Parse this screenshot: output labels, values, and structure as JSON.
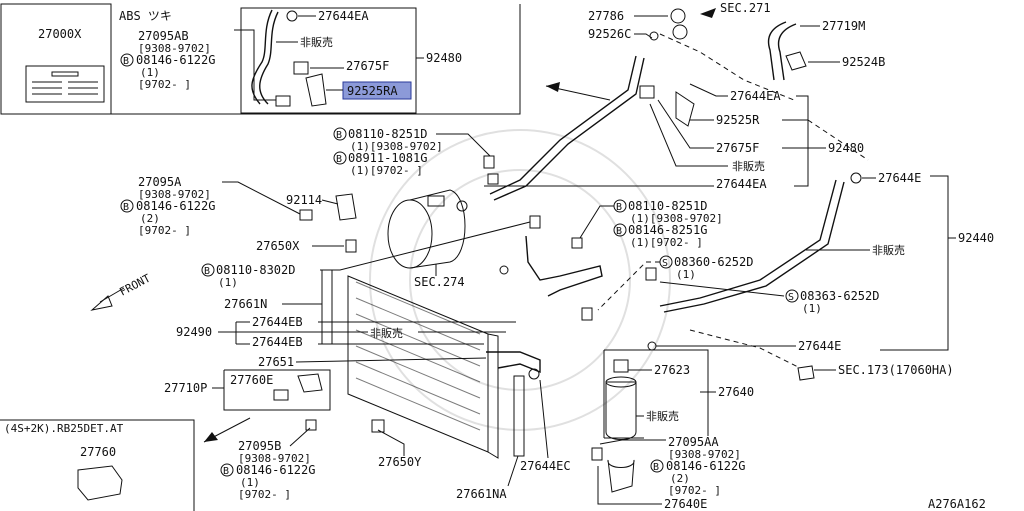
{
  "diagram_id": "A276A162",
  "boxes": {
    "key_label": "27000X",
    "abs_title": "ABS ツキ",
    "variant_note": "(4S+2K).RB25DET.AT",
    "variant_part": "27760"
  },
  "labels": {
    "p27095AB": "27095AB",
    "p27095AB_range": "[9308-9702]",
    "p08146_6122G_a": "08146-6122G",
    "qty1_a": "(1)",
    "range_9702_a": "[9702-     ]",
    "p27644EA_top": "27644EA",
    "not_sold_top": "非販売",
    "p27675F_top": "27675F",
    "p92480_top": "92480",
    "p92525RA": "92525RA",
    "p27786": "27786",
    "sec271": "SEC.271",
    "p27719M": "27719M",
    "p92526C": "92526C",
    "p92524B": "92524B",
    "p27644EA_mid": "27644EA",
    "p92525R": "92525R",
    "p27675F_mid": "27675F",
    "p92480_mid": "92480",
    "not_sold_mid": "非販売",
    "p27644EA_low": "27644EA",
    "p08110_8251D": "08110-8251D",
    "range_8251D": "(1)[9308-9702]",
    "p08911_1081G": "08911-1081G",
    "range_1081G": "(1)[9702-     ]",
    "p27644E_top": "27644E",
    "p92440": "92440",
    "not_sold_right": "非販売",
    "p27095A": "27095A",
    "p27095A_range": "[9308-9702]",
    "p08146_6122G_b": "08146-6122G",
    "qty2_b": "(2)",
    "range_9702_b": "[9702-     ]",
    "p92114": "92114",
    "p27650X": "27650X",
    "p08110_8251D_b": "08110-8251D",
    "range_8251D_b": "(1)[9308-9702]",
    "p08146_8251G": "08146-8251G",
    "range_8251G": "(1)[9702-     ]",
    "p08110_8302D": "08110-8302D",
    "qty1_c": "(1)",
    "sec274": "SEC.274",
    "p08360_6252D": "08360-6252D",
    "qty1_d": "(1)",
    "p08363_6252D": "08363-6252D",
    "qty1_e": "(1)",
    "front": "FRONT",
    "p27661N": "27661N",
    "p92490": "92490",
    "p27644EB_a": "27644EB",
    "p27644EB_b": "27644EB",
    "not_sold_cond": "非販売",
    "p27644E_low": "27644E",
    "p27651": "27651",
    "sec173": "SEC.173(17060HA)",
    "p27710P": "27710P",
    "p27760E": "27760E",
    "p27623": "27623",
    "p27640": "27640",
    "not_sold_rx": "非販売",
    "p27095B": "27095B",
    "p27095B_range": "[9308-9702]",
    "p08146_6122G_c": "08146-6122G",
    "qty1_f": "(1)",
    "range_9702_c": "[9702-     ]",
    "p27650Y": "27650Y",
    "p27644EC": "27644EC",
    "p27095AA": "27095AA",
    "p27095AA_range": "[9308-9702]",
    "p08146_6122G_d": "08146-6122G",
    "qty2_d": "(2)",
    "range_9702_d": "[9702-     ]",
    "p27661NA": "27661NA",
    "p27640E": "27640E"
  },
  "colors": {
    "highlight": "#8c9ad8",
    "ink": "#111111"
  }
}
